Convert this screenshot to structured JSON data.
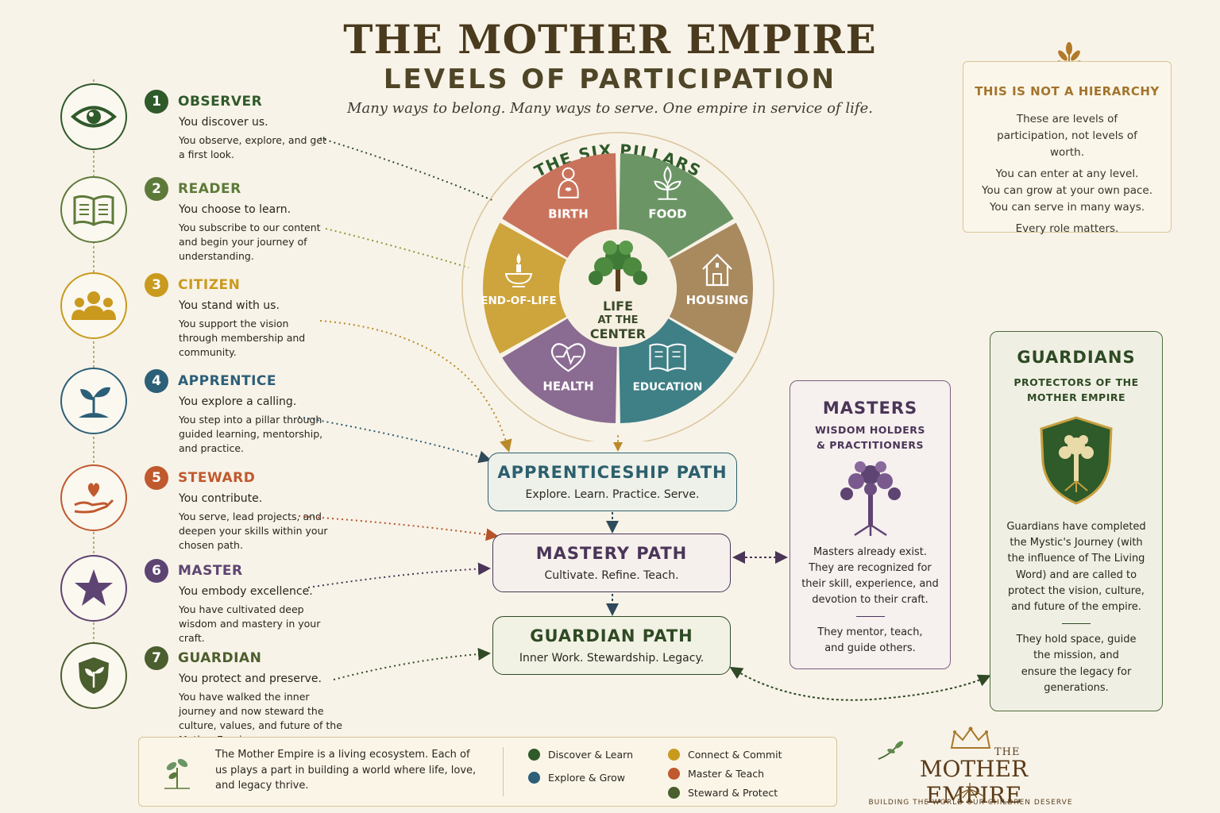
{
  "header": {
    "title": "THE MOTHER EMPIRE",
    "subtitle": "LEVELS OF PARTICIPATION",
    "tagline": "Many ways to belong. Many ways to serve. One empire in service of life."
  },
  "levels": [
    {
      "num": "1",
      "name": "OBSERVER",
      "lead": "You discover us.",
      "desc": "You observe, explore, and get a first look.",
      "color": "#2f5a2a",
      "icon": "eye-icon"
    },
    {
      "num": "2",
      "name": "READER",
      "lead": "You choose to learn.",
      "desc": "You subscribe to our content and begin your journey of understanding.",
      "color": "#5e7a3a",
      "icon": "open-book-icon"
    },
    {
      "num": "3",
      "name": "CITIZEN",
      "lead": "You stand with us.",
      "desc": "You support the vision through membership and community.",
      "color": "#c99a1e",
      "icon": "people-icon"
    },
    {
      "num": "4",
      "name": "APPRENTICE",
      "lead": "You explore a calling.",
      "desc": "You step into a pillar through guided learning, mentorship, and practice.",
      "color": "#2c5f78",
      "icon": "sprout-icon"
    },
    {
      "num": "5",
      "name": "STEWARD",
      "lead": "You contribute.",
      "desc": "You serve, lead projects, and deepen your skills within your chosen path.",
      "color": "#c0592e",
      "icon": "heart-hand-icon"
    },
    {
      "num": "6",
      "name": "MASTER",
      "lead": "You embody excellence.",
      "desc": "You have cultivated deep wisdom and mastery in your craft.",
      "color": "#5e4472",
      "icon": "star-icon"
    },
    {
      "num": "7",
      "name": "GUARDIAN",
      "lead": "You protect and preserve.",
      "desc": "You have walked the inner journey and now steward the culture, values, and future of the Mother Empire.",
      "color": "#4b5e2e",
      "icon": "shield-icon"
    }
  ],
  "pillars": {
    "heading": "THE SIX PILLARS",
    "center_line1": "LIFE",
    "center_line2": "AT THE",
    "center_line3": "CENTER",
    "items": [
      {
        "label": "BIRTH",
        "color": "#c9735c",
        "icon": "mother-icon"
      },
      {
        "label": "FOOD",
        "color": "#6c9566",
        "icon": "plant-icon"
      },
      {
        "label": "HOUSING",
        "color": "#a98a5f",
        "icon": "house-icon"
      },
      {
        "label": "EDUCATION",
        "color": "#3f7f86",
        "icon": "book-icon"
      },
      {
        "label": "HEALTH",
        "color": "#8a6b91",
        "icon": "heartbeat-icon"
      },
      {
        "label": "END-OF-LIFE",
        "color": "#cea43c",
        "icon": "candle-icon"
      }
    ]
  },
  "notbox": {
    "heading": "THIS IS NOT A HIERARCHY",
    "p1": "These are levels of participation, not levels of worth.",
    "p2a": "You can enter at any level.",
    "p2b": "You can grow at your own pace.",
    "p2c": "You can serve in many ways.",
    "p3": "Every role matters."
  },
  "paths": {
    "apprenticeship": {
      "title": "APPRENTICESHIP PATH",
      "sub": "Explore. Learn. Practice. Serve.",
      "color": "#2c5f6e"
    },
    "mastery": {
      "title": "MASTERY PATH",
      "sub": "Cultivate. Refine. Teach.",
      "color": "#4a3558"
    },
    "guardian": {
      "title": "GUARDIAN PATH",
      "sub": "Inner Work. Stewardship. Legacy.",
      "color": "#2f4a24"
    }
  },
  "masters": {
    "title": "MASTERS",
    "sub1": "WISDOM HOLDERS",
    "sub2": "& PRACTITIONERS",
    "p1": "Masters already exist. They are recognized for their skill, experience, and devotion to their craft.",
    "p2": "They mentor, teach, and guide others."
  },
  "guardians": {
    "title": "GUARDIANS",
    "sub1": "PROTECTORS OF THE",
    "sub2": "MOTHER EMPIRE",
    "p1": "Guardians have completed the Mystic's Journey (with the influence of The Living Word) and are called to protect the vision, culture, and future of the empire.",
    "p2": "They hold space, guide the mission, and ensure the legacy for generations."
  },
  "footer": {
    "text": "The Mother Empire is a living ecosystem. Each of us plays a part in building a world where life, love, and legacy thrive.",
    "legend": [
      {
        "label": "Discover & Learn",
        "color": "#2f5a2a"
      },
      {
        "label": "Explore & Grow",
        "color": "#2c5f78"
      },
      {
        "label": "Connect & Commit",
        "color": "#c99a1e"
      },
      {
        "label": "Master & Teach",
        "color": "#c0592e"
      },
      {
        "label": "Steward & Protect",
        "color": "#4b5e2e"
      }
    ]
  },
  "brand": {
    "the": "THE",
    "name": "MOTHER EMPIRE",
    "tagline": "BUILDING THE WORLD OUR CHILDREN DESERVE"
  }
}
